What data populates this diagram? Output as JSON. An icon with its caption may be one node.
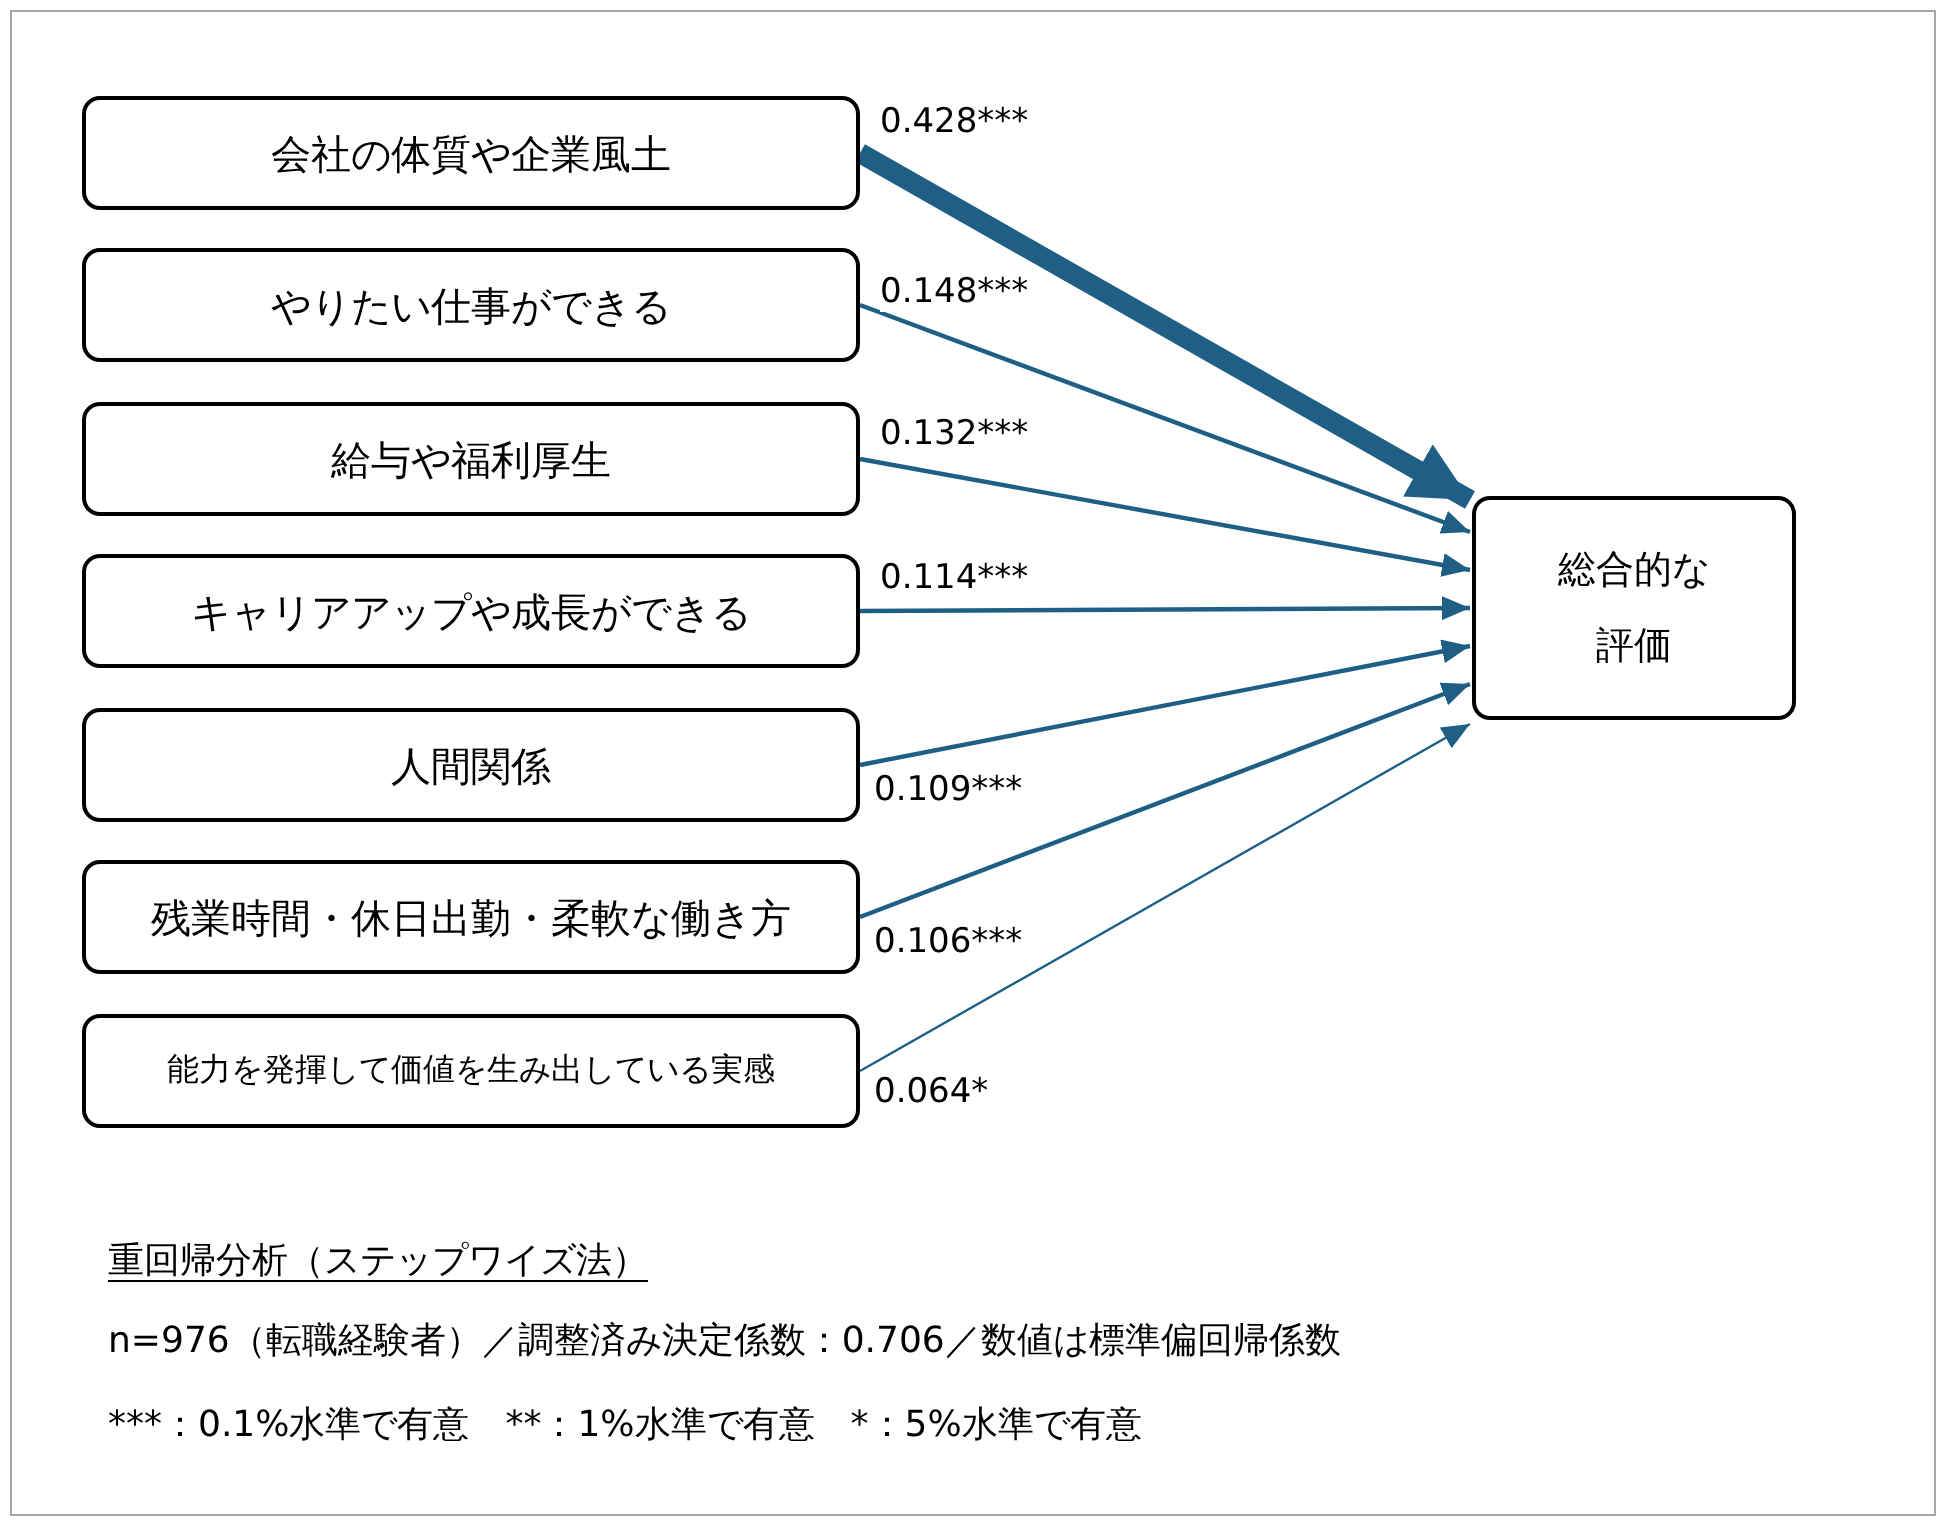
{
  "diagram": {
    "nodes": [
      {
        "text": [
          "会社の体質や企業風土"
        ]
      },
      {
        "text": [
          "やりたい仕事ができる"
        ]
      },
      {
        "text": [
          "給与や福利厚生"
        ]
      },
      {
        "text": [
          "キャリアアップや成長ができる"
        ]
      },
      {
        "text": [
          "人間関係"
        ]
      },
      {
        "text": [
          "残業時間・休日出勤・柔軟な働き方"
        ]
      },
      {
        "text": [
          "能力を発揮して価値を生み出している実感"
        ]
      },
      {
        "text": [
          "総合的な評価"
        ]
      }
    ],
    "edges": [
      {
        "from": 0,
        "to": 7,
        "arrow": "to",
        "label": "0.428***",
        "style": "thick"
      },
      {
        "from": 1,
        "to": 7,
        "arrow": "to",
        "label": "0.148***"
      },
      {
        "from": 2,
        "to": 7,
        "arrow": "to",
        "label": "0.132***"
      },
      {
        "from": 3,
        "to": 7,
        "arrow": "to",
        "label": "0.114***"
      },
      {
        "from": 4,
        "to": 7,
        "arrow": "to",
        "label": "0.109***"
      },
      {
        "from": 5,
        "to": 7,
        "arrow": "to",
        "label": "0.106***"
      },
      {
        "from": 6,
        "to": 7,
        "arrow": "to",
        "label": "0.064*"
      }
    ],
    "labels": [
      "重回帰分析（ステップワイズ法）",
      "n=976（転職経験者）／調整済み決定係数：0.706／数値は標準偏回帰係数",
      "***：0.1%水準で有意　**：1%水準で有意　*：5%水準で有意"
    ]
  }
}
